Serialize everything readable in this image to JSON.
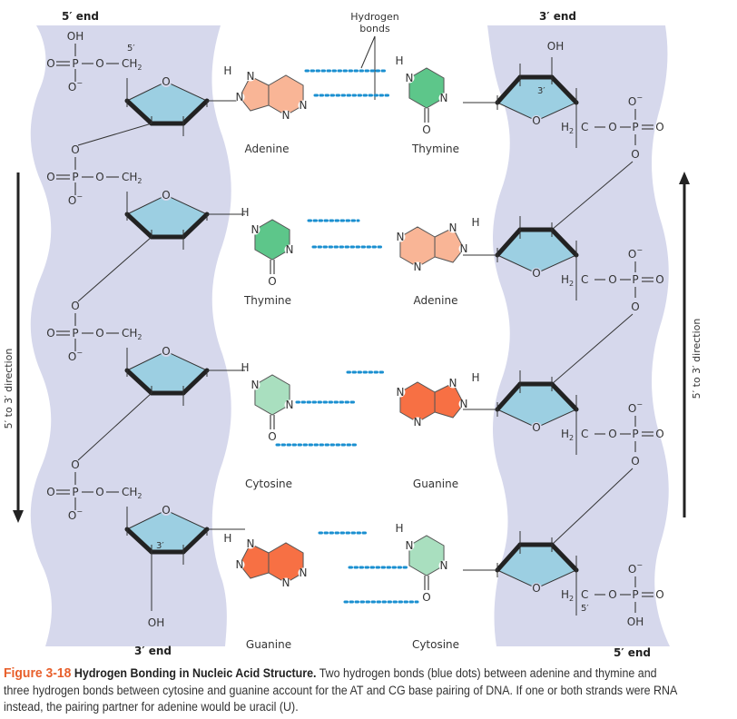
{
  "figure": {
    "number": "Figure 3-18",
    "title": "Hydrogen Bonding in Nucleic Acid Structure.",
    "caption": "Two hydrogen bonds (blue dots) between adenine and thymine and three hydrogen bonds between cytosine and guanine account for the AT and CG base pairing of DNA. If one or both strands were RNA instead, the pairing partner for adenine would be uracil (U)."
  },
  "labels": {
    "left_top_end": "5′ end",
    "left_bottom_end": "3′ end",
    "right_top_end": "3′ end",
    "right_bottom_end": "5′ end",
    "hydrogen_bonds_line1": "Hydrogen",
    "hydrogen_bonds_line2": "bonds",
    "left_direction": "5′ to 3′ direction",
    "right_direction": "5′ to 3′ direction"
  },
  "base_pairs": [
    {
      "left": "Adenine",
      "right": "Thymine",
      "hydrogen_bonds": 2
    },
    {
      "left": "Thymine",
      "right": "Adenine",
      "hydrogen_bonds": 2
    },
    {
      "left": "Cytosine",
      "right": "Guanine",
      "hydrogen_bonds": 3
    },
    {
      "left": "Guanine",
      "right": "Cytosine",
      "hydrogen_bonds": 3
    }
  ],
  "atoms": {
    "O": "O",
    "OH": "OH",
    "P": "P",
    "N": "N",
    "H": "H",
    "C": "C",
    "CH": "CH",
    "H2C_H": "H",
    "H2C_C": "C",
    "two": "2",
    "three": "3",
    "O_minus": "O",
    "minus": "−",
    "five_prime": "5′",
    "three_prime": "3′"
  },
  "colors": {
    "backbone_band": "#d6d8ec",
    "sugar_fill": "#9ccfe2",
    "adenine": "#f9b596",
    "thymine": "#5dc68a",
    "cytosine": "#a9dfbf",
    "guanine": "#f77044",
    "hydrogen_bond_dots": "#1a8fd0",
    "figure_number": "#e8602c"
  }
}
